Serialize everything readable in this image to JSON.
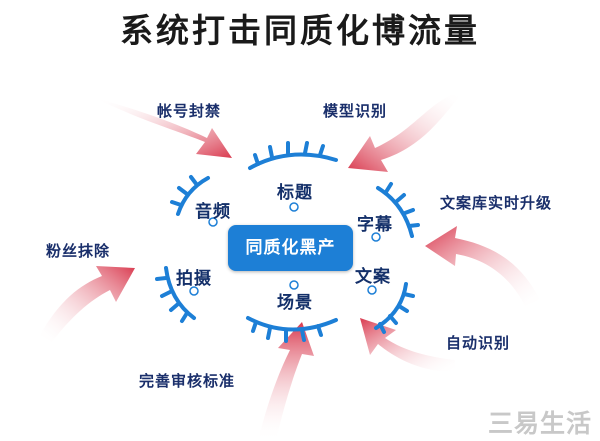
{
  "title": "系统打击同质化博流量",
  "center": "同质化黑产",
  "nodes": {
    "audio": "音频",
    "title_node": "标题",
    "subtitle": "字幕",
    "shooting": "拍摄",
    "scene": "场景",
    "copy": "文案"
  },
  "measures": {
    "account_ban": "帐号封禁",
    "model_recognition": "模型识别",
    "copy_library": "文案库实时升级",
    "fan_removal": "粉丝抹除",
    "auto_recognition": "自动识别",
    "review_standard": "完善审核标准"
  },
  "watermark": "三易生活",
  "colors": {
    "arrow_red": "#d93a4f",
    "blue": "#1d7fd6",
    "navy": "#14306a"
  }
}
